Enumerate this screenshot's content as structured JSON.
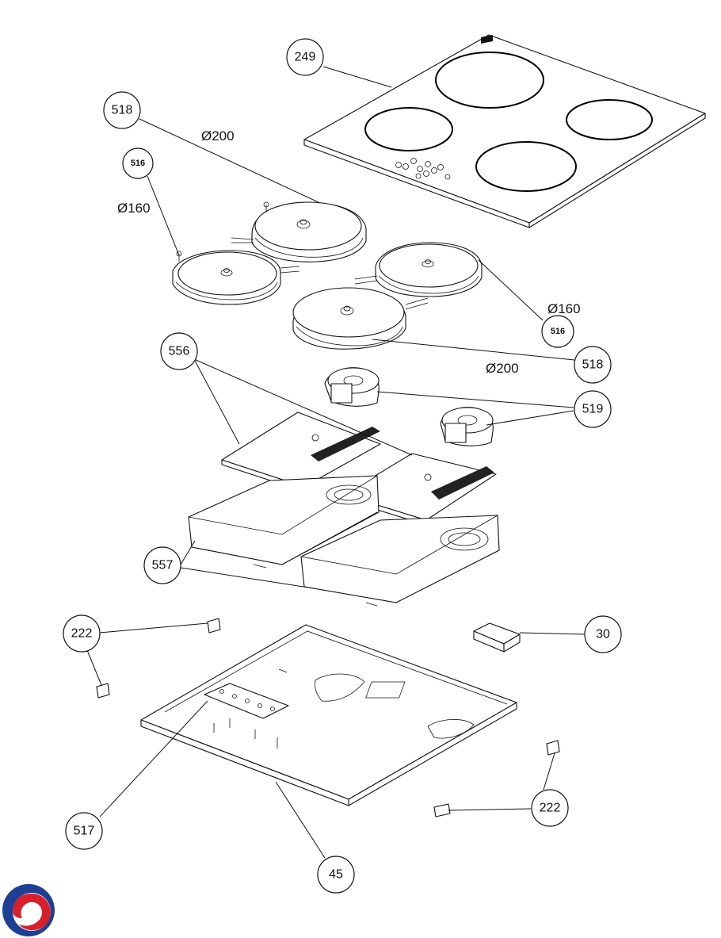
{
  "callouts": [
    {
      "id": "c249",
      "text": "249"
    },
    {
      "id": "c518a",
      "text": "518"
    },
    {
      "id": "c516a",
      "text": "516"
    },
    {
      "id": "c516b",
      "text": "516"
    },
    {
      "id": "c518b",
      "text": "518"
    },
    {
      "id": "c556",
      "text": "556"
    },
    {
      "id": "c519",
      "text": "519"
    },
    {
      "id": "c557",
      "text": "557"
    },
    {
      "id": "c222a",
      "text": "222"
    },
    {
      "id": "c30",
      "text": "30"
    },
    {
      "id": "c222b",
      "text": "222"
    },
    {
      "id": "c517",
      "text": "517"
    },
    {
      "id": "c45",
      "text": "45"
    }
  ],
  "dimensions": {
    "d200a": "Ø200",
    "d160a": "Ø160",
    "d160b": "Ø160",
    "d200b": "Ø200"
  },
  "colors": {
    "logo_red": "#d8202a",
    "logo_blue": "#1d3f95"
  }
}
